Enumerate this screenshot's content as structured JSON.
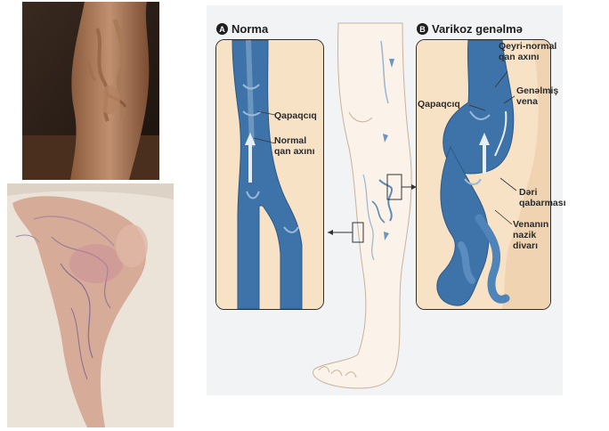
{
  "panel_a": {
    "badge": "A",
    "title": "Norma",
    "valve_label": "Qapaqcıq",
    "flow_label": "Normal qan axını"
  },
  "panel_b": {
    "badge": "B",
    "title": "Varikoz genəlmə",
    "valve_label": "Qapaqcıq",
    "abnormal_flow_label": "Qeyri-normal qan axını",
    "enlarged_vein_label": "Genəlmiş vena",
    "skin_bulge_label": "Dəri qabarması",
    "thin_wall_label": "Venanın nazik divarı"
  },
  "colors": {
    "vein": "#3d73a8",
    "vein_dark": "#2c5887",
    "vein_light": "#9ab9d8",
    "panel_bg": "#f8e2c6",
    "leg_skin": "#fbf3ea"
  }
}
